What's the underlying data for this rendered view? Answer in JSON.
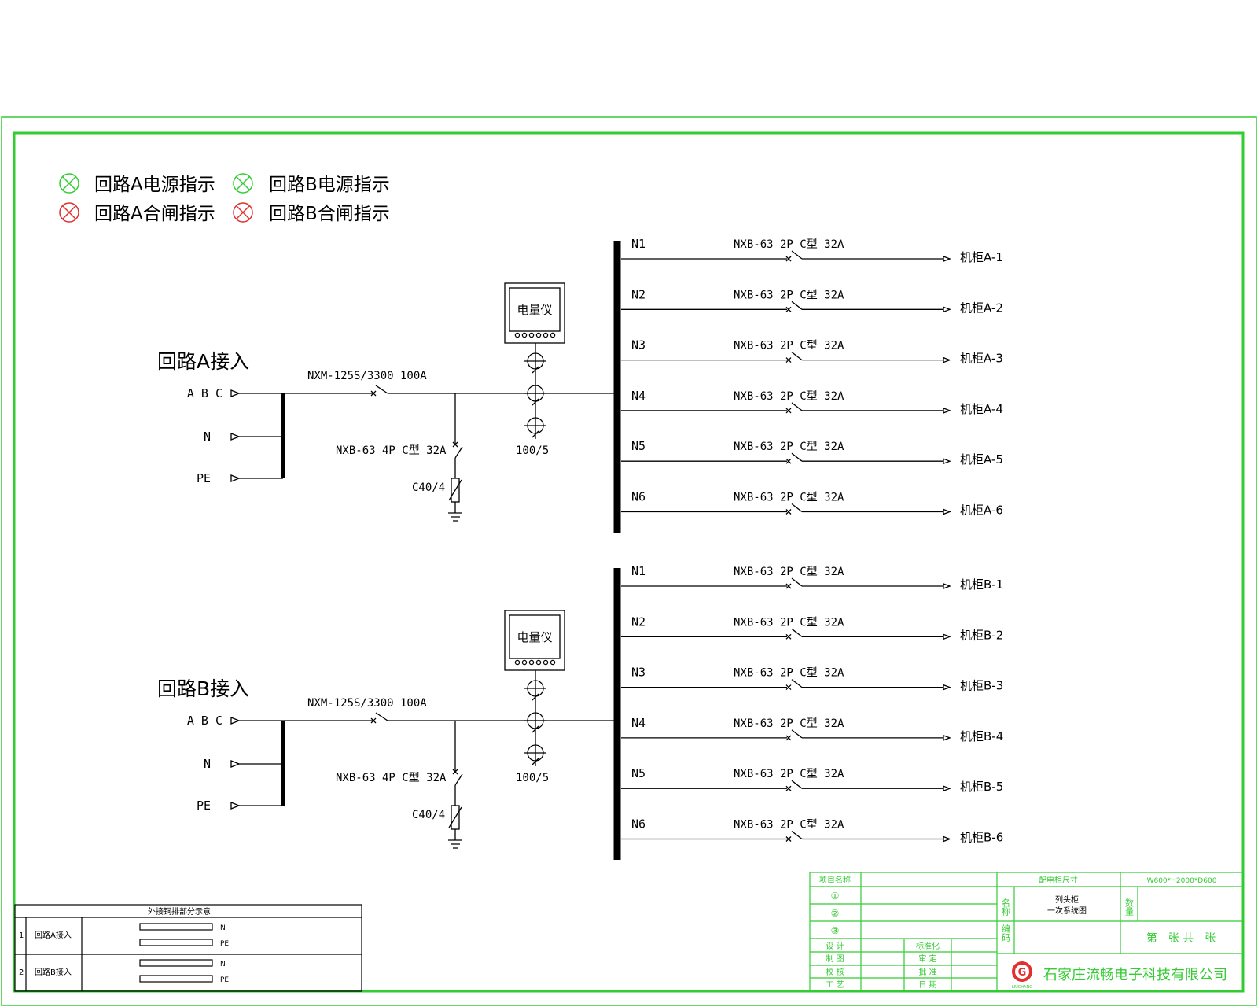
{
  "legend": [
    {
      "label": "回路A电源指示",
      "color": "#33cc33"
    },
    {
      "label": "回路B电源指示",
      "color": "#33cc33"
    },
    {
      "label": "回路A合闸指示",
      "color": "#e03030"
    },
    {
      "label": "回路B合闸指示",
      "color": "#e03030"
    }
  ],
  "circuits": [
    {
      "title": "回路A接入",
      "inputs": [
        "A B C",
        "N",
        "PE"
      ],
      "main_breaker": "NXM-125S/3300 100A",
      "surge_breaker": "NXB-63 4P C型 32A",
      "arrester": "C40/4",
      "ct_ratio": "100/5",
      "meter": "电量仪",
      "branches": [
        {
          "id": "N1",
          "breaker": "NXB-63 2P C型 32A",
          "load": "机柜A-1"
        },
        {
          "id": "N2",
          "breaker": "NXB-63 2P C型 32A",
          "load": "机柜A-2"
        },
        {
          "id": "N3",
          "breaker": "NXB-63 2P C型 32A",
          "load": "机柜A-3"
        },
        {
          "id": "N4",
          "breaker": "NXB-63 2P C型 32A",
          "load": "机柜A-4"
        },
        {
          "id": "N5",
          "breaker": "NXB-63 2P C型 32A",
          "load": "机柜A-5"
        },
        {
          "id": "N6",
          "breaker": "NXB-63 2P C型 32A",
          "load": "机柜A-6"
        }
      ]
    },
    {
      "title": "回路B接入",
      "inputs": [
        "A B C",
        "N",
        "PE"
      ],
      "main_breaker": "NXM-125S/3300 100A",
      "surge_breaker": "NXB-63 4P C型 32A",
      "arrester": "C40/4",
      "ct_ratio": "100/5",
      "meter": "电量仪",
      "branches": [
        {
          "id": "N1",
          "breaker": "NXB-63 2P C型 32A",
          "load": "机柜B-1"
        },
        {
          "id": "N2",
          "breaker": "NXB-63 2P C型 32A",
          "load": "机柜B-2"
        },
        {
          "id": "N3",
          "breaker": "NXB-63 2P C型 32A",
          "load": "机柜B-3"
        },
        {
          "id": "N4",
          "breaker": "NXB-63 2P C型 32A",
          "load": "机柜B-4"
        },
        {
          "id": "N5",
          "breaker": "NXB-63 2P C型 32A",
          "load": "机柜B-5"
        },
        {
          "id": "N6",
          "breaker": "NXB-63 2P C型 32A",
          "load": "机柜B-6"
        }
      ]
    }
  ],
  "busbar_table": {
    "title": "外接铜排部分示意",
    "rows": [
      {
        "no": "1",
        "name": "回路A接入",
        "bars": [
          "N",
          "PE"
        ]
      },
      {
        "no": "2",
        "name": "回路B接入",
        "bars": [
          "N",
          "PE"
        ]
      }
    ]
  },
  "title_block": {
    "project_name": "项目名称",
    "cabinet_size_label": "配电柜尺寸",
    "cabinet_size": "W600*H2000*D600",
    "rows": [
      "①",
      "②",
      "③"
    ],
    "name_label": "名称",
    "drawing_name_1": "列头柜",
    "drawing_name_2": "一次系统图",
    "quantity_label": "数量",
    "code_label": "编码",
    "sheet": "第　张 共　张",
    "roles_left": [
      "设 计",
      "制 图",
      "校 核",
      "工 艺"
    ],
    "roles_right": [
      "标准化",
      "审 定",
      "批 准",
      "日 期"
    ],
    "company": "石家庄流畅电子科技有限公司",
    "logo_letter": "G",
    "logo_text": "LIUCHANG"
  },
  "colors": {
    "frame": "#33cc33",
    "legend_green": "#33cc33",
    "legend_red": "#e03030",
    "logo_red": "#e03030",
    "line": "#000000"
  }
}
